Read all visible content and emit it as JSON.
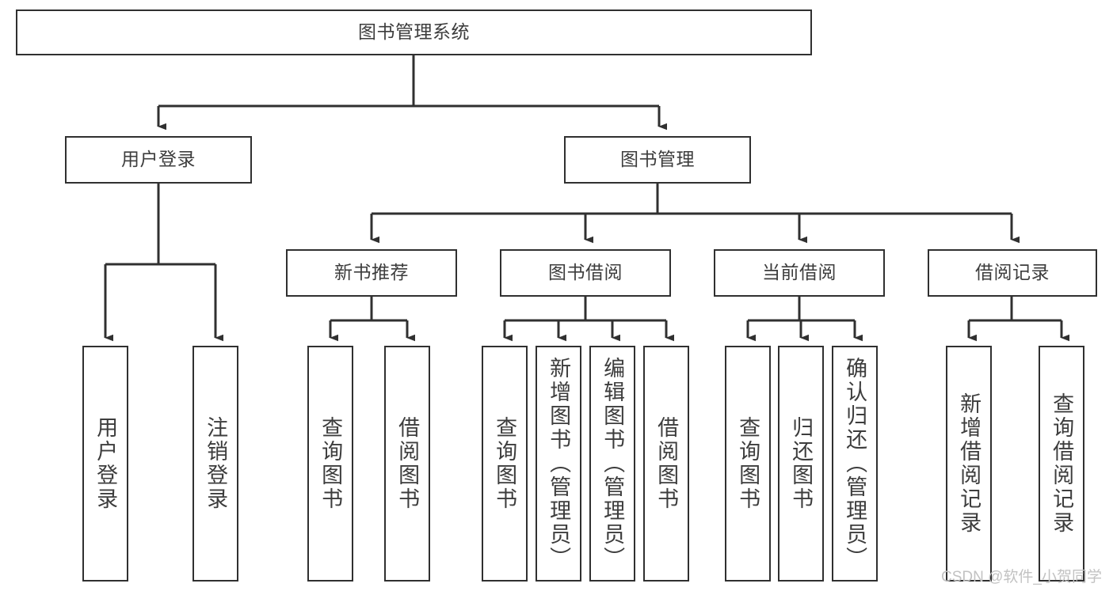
{
  "diagram": {
    "title": "图书管理系统",
    "type": "tree-hierarchy-diagram",
    "colors": {
      "box_border": "#303030",
      "box_fill": "#ffffff",
      "text": "#3d3d3d",
      "edge": "#303030",
      "watermark": "#c2c2c2",
      "background": "#ffffff"
    },
    "root": {
      "label": "图书管理系统"
    },
    "level2": [
      {
        "label": "用户登录"
      },
      {
        "label": "图书管理"
      }
    ],
    "level3": [
      {
        "label": "新书推荐"
      },
      {
        "label": "图书借阅"
      },
      {
        "label": "当前借阅"
      },
      {
        "label": "借阅记录"
      }
    ],
    "leaves": {
      "user_login": [
        {
          "label": "用户登录"
        },
        {
          "label": "注销登录"
        }
      ],
      "new_book_recommend": [
        {
          "label": "查询图书"
        },
        {
          "label": "借阅图书"
        }
      ],
      "book_borrow": [
        {
          "label": "查询图书"
        },
        {
          "label": "新增图书（管理员）"
        },
        {
          "label": "编辑图书（管理员）"
        },
        {
          "label": "借阅图书"
        }
      ],
      "current_borrow": [
        {
          "label": "查询图书"
        },
        {
          "label": "归还图书"
        },
        {
          "label": "确认归还（管理员）"
        }
      ],
      "borrow_record": [
        {
          "label": "新增借阅记录"
        },
        {
          "label": "查询借阅记录"
        }
      ]
    }
  },
  "watermark": {
    "text": "CSDN @软件_小贺同学"
  }
}
